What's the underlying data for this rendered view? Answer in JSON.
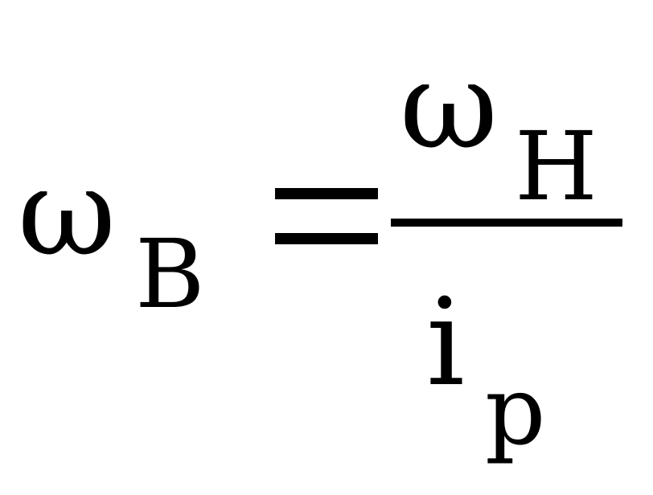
{
  "formula": {
    "lhs": {
      "symbol": "ω",
      "subscript": "B"
    },
    "operator": "=",
    "rhs": {
      "numerator": {
        "symbol": "ω",
        "subscript": "H"
      },
      "denominator": {
        "symbol": "i",
        "subscript": "p"
      }
    }
  },
  "colors": {
    "background": "#ffffff",
    "ink": "#000000"
  }
}
